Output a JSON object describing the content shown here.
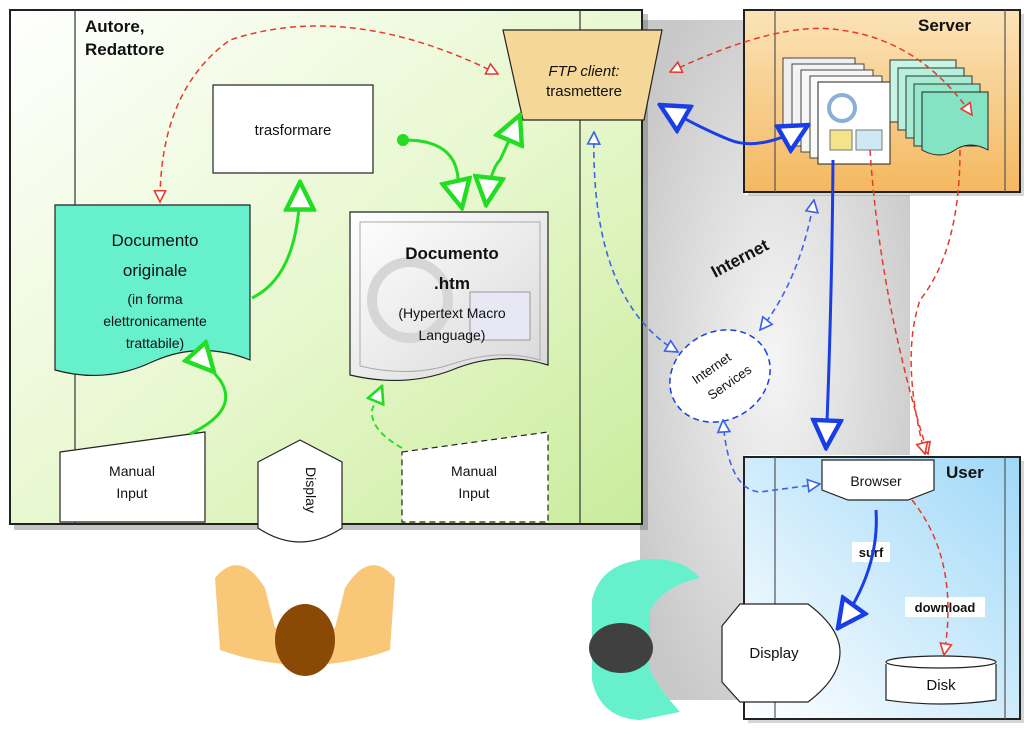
{
  "author_panel": {
    "title_line1": "Autore,",
    "title_line2": "Redattore",
    "transform_label": "trasformare",
    "ftp": {
      "line1": "FTP client:",
      "line2": "trasmettere"
    },
    "original_doc": {
      "line1": "Documento",
      "line2": "originale",
      "line3": "(in forma",
      "line4": "elettronicamente",
      "line5": "trattabile)"
    },
    "html_doc": {
      "line1": "Documento",
      "line2": ".htm",
      "line3": "(Hypertext Macro",
      "line4": "Language)"
    },
    "manual_input_1": {
      "line1": "Manual",
      "line2": "Input"
    },
    "manual_input_2": {
      "line1": "Manual",
      "line2": "Input"
    },
    "display_label": "Display"
  },
  "server_panel": {
    "title": "Server"
  },
  "internet": {
    "label": "Internet",
    "services_line1": "Internet",
    "services_line2": "Services"
  },
  "user_panel": {
    "title": "User",
    "browser_label": "Browser",
    "surf_label": "surf",
    "download_label": "download",
    "display_label": "Display",
    "disk_label": "Disk"
  },
  "colors": {
    "author_panel_fill": "#d9f2b8",
    "server_panel_fill": "#f6c57a",
    "user_panel_fill": "#b8e2f8",
    "internet_band": "#d3d3d3",
    "green_arrow": "#22dd22",
    "blue_arrow": "#1a3ee6",
    "red_dashed": "#e53a2a",
    "original_doc_fill": "#66f0cc",
    "person_author": "#f8c878",
    "person_head": "#8a4a06",
    "person_user": "#66f0cc"
  }
}
